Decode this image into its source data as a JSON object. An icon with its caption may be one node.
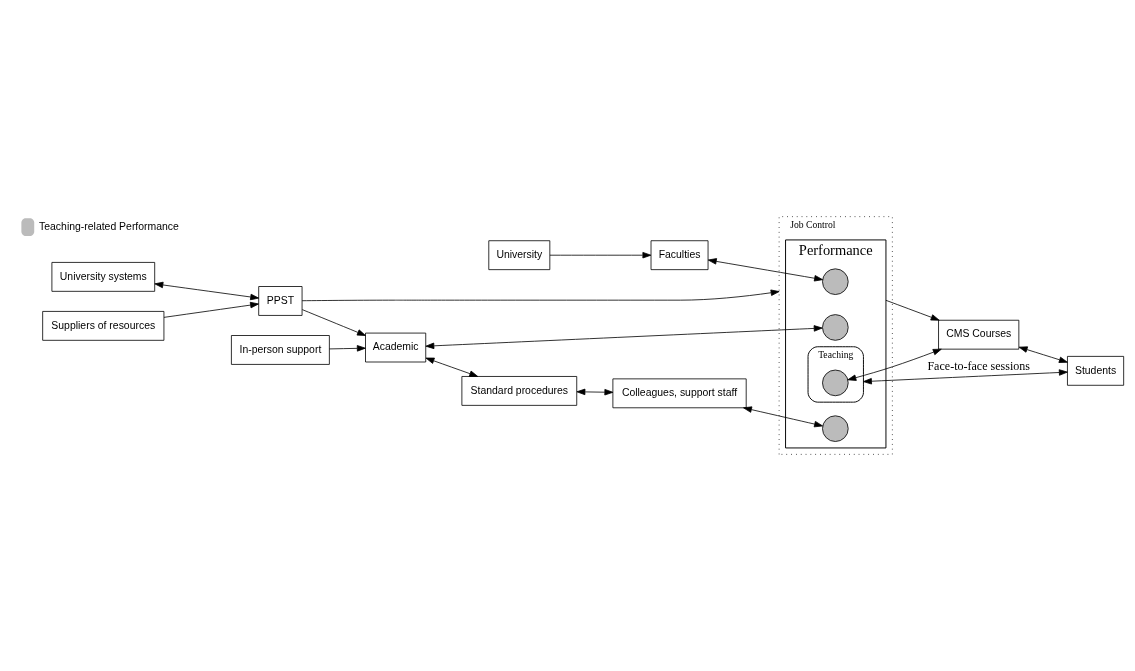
{
  "diagram": {
    "nodes": [
      {
        "text": [
          "University"
        ]
      },
      {
        "text": [
          "University systems"
        ]
      },
      {
        "text": [
          "Faculties"
        ]
      },
      {
        "text": [
          "Suppliers of resources"
        ]
      },
      {
        "text": [
          "PPST"
        ]
      },
      {
        "text": [
          "Job Control"
        ]
      },
      {
        "text": [
          "Performance"
        ],
        "in": 5
      },
      {
        "text": [],
        "shape": "semicircle",
        "in": 6
      },
      {
        "text": [],
        "shape": "semicircle",
        "in": 6
      },
      {
        "text": [
          "Teaching"
        ],
        "in": 6
      },
      {
        "text": [],
        "shape": "semicircle",
        "in": 9
      },
      {
        "text": [],
        "shape": "semicircle",
        "in": 6
      },
      {
        "text": [
          "In-person support"
        ]
      },
      {
        "text": [
          "Academic"
        ]
      },
      {
        "text": [
          "CMS Courses"
        ]
      },
      {
        "text": [
          "Students"
        ]
      },
      {
        "text": [
          "Standard procedures"
        ]
      },
      {
        "text": [
          "Colleagues, support staff"
        ]
      }
    ],
    "edges": [
      {
        "from": 0,
        "to": 2,
        "arrow": "to"
      },
      {
        "from": 1,
        "to": 4,
        "arrow": "both"
      },
      {
        "from": 3,
        "to": 4,
        "arrow": "to"
      },
      {
        "from": 4,
        "to": 5,
        "arrow": "to"
      },
      {
        "from": 4,
        "to": 13,
        "arrow": "to"
      },
      {
        "from": 12,
        "to": 13,
        "arrow": "to"
      },
      {
        "from": 2,
        "to": 7,
        "arrow": "both"
      },
      {
        "from": 13,
        "to": 8,
        "arrow": "both"
      },
      {
        "from": 17,
        "to": 11,
        "arrow": "both"
      },
      {
        "from": 13,
        "to": 16,
        "arrow": "both"
      },
      {
        "from": 16,
        "to": 17,
        "arrow": "both"
      },
      {
        "from": 6,
        "to": 14,
        "arrow": "to"
      },
      {
        "from": 10,
        "to": 14,
        "arrow": "both"
      },
      {
        "from": 14,
        "to": 15,
        "arrow": "both"
      },
      {
        "from": 9,
        "to": 15,
        "arrow": "both",
        "label": "Face-to-face sessions"
      }
    ],
    "legend": [
      {
        "text": "Teaching-related Performance"
      }
    ]
  }
}
